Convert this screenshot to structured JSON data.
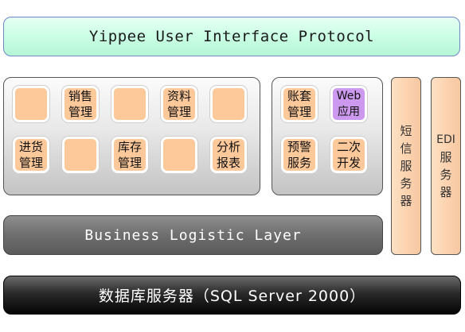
{
  "protocol_layer": {
    "label": "Yippee User Interface Protocol"
  },
  "modules": [
    {
      "id": "blank-1",
      "label": ""
    },
    {
      "id": "sales",
      "label": "销售\n管理"
    },
    {
      "id": "blank-2",
      "label": ""
    },
    {
      "id": "materials",
      "label": "资料\n管理"
    },
    {
      "id": "blank-3",
      "label": ""
    },
    {
      "id": "purchase",
      "label": "进货\n管理"
    },
    {
      "id": "blank-4",
      "label": ""
    },
    {
      "id": "inventory",
      "label": "库存\n管理"
    },
    {
      "id": "blank-5",
      "label": ""
    },
    {
      "id": "analysis",
      "label": "分析\n报表"
    }
  ],
  "side_modules": [
    {
      "id": "accounts",
      "label": "账套\n管理"
    },
    {
      "id": "web",
      "label": "Web\n应用",
      "color": "#cc99ee"
    },
    {
      "id": "alert",
      "label": "预警\n服务"
    },
    {
      "id": "secondary",
      "label": "二次\n开发"
    }
  ],
  "sms_service": {
    "chars": [
      "短",
      "信",
      "服",
      "务",
      "器"
    ]
  },
  "edi_service": {
    "chars": [
      "EDI",
      "服",
      "务",
      "器"
    ]
  },
  "business_layer": {
    "label": "Business Logistic Layer"
  },
  "database_layer": {
    "label": "数据库服务器（SQL Server 2000）"
  },
  "colors": {
    "tile": "#fdc89a",
    "web_tile": "#cc99ee",
    "protocol_border": "#6f86c8"
  }
}
